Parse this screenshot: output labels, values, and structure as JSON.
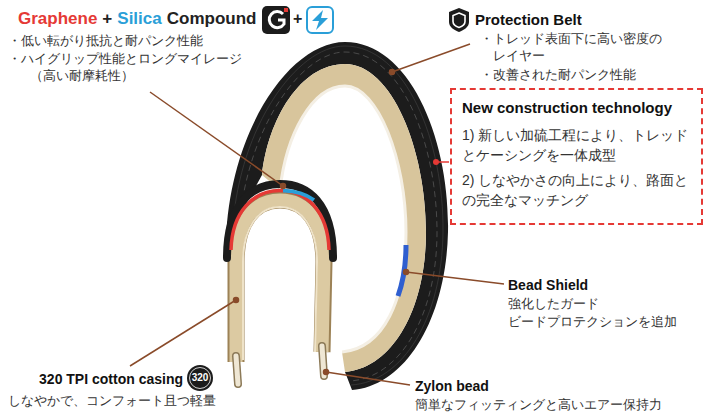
{
  "diagram": {
    "nodes": [
      {
        "text": [
          "New construction technology",
          "1) 新しい加硫工程により、トレッド とケーシングを一体成型",
          "2) しなやかさの向上により、路面と の完全なマッチング"
        ]
      }
    ],
    "labels": [
      "Graphene",
      "+",
      "Silica",
      "Compound",
      "+",
      "・低い転がり抵抗と耐パンク性能",
      "・ハイグリップ性能とロングマイレージ （高い耐摩耗性）",
      "Protection Belt",
      "・トレッド表面下に高い密度の レイヤー",
      "・改善された耐パンク性能",
      "Bead Shield",
      "強化したガード",
      "ビードプロテクションを追加",
      "320 TPI cotton casing",
      "しなやかで、コンフォート且つ軽量",
      "320",
      "Zylon bead",
      "簡単なフィッティングと高いエアー保持力"
    ]
  }
}
